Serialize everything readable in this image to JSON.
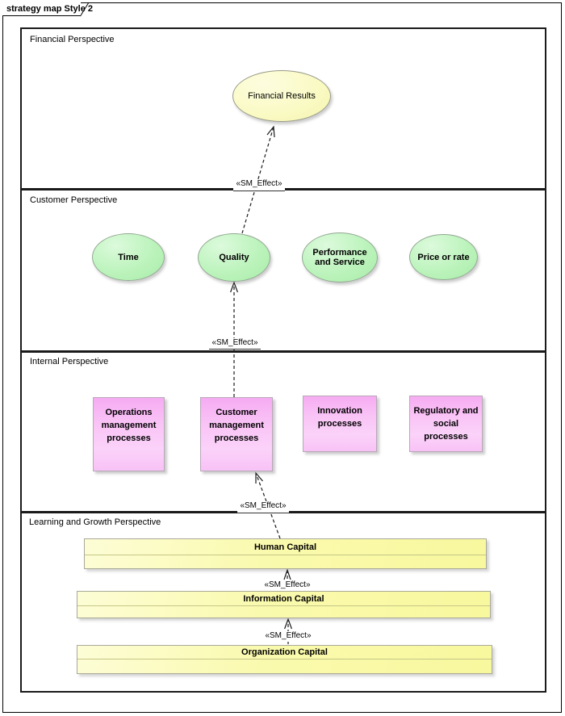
{
  "diagram": {
    "tab_title": "strategy map Style 2",
    "perspectives": [
      {
        "label": "Financial Perspective",
        "nodes": [
          {
            "shape": "ellipse",
            "label": "Financial Results",
            "fill": "#FAFAC6"
          }
        ]
      },
      {
        "label": "Customer Perspective",
        "nodes": [
          {
            "shape": "ellipse",
            "label": "Time",
            "fill": "#BCF3BC"
          },
          {
            "shape": "ellipse",
            "label": "Quality",
            "fill": "#BCF3BC"
          },
          {
            "shape": "ellipse",
            "label": "Performance and Service",
            "fill": "#BCF3BC"
          },
          {
            "shape": "ellipse",
            "label": "Price or rate",
            "fill": "#BCF3BC"
          }
        ]
      },
      {
        "label": "Internal Perspective",
        "nodes": [
          {
            "shape": "rect",
            "label": "Operations management processes",
            "fill": "#F8C2F6"
          },
          {
            "shape": "rect",
            "label": "Customer management processes",
            "fill": "#F8C2F6"
          },
          {
            "shape": "rect",
            "label": "Innovation processes",
            "fill": "#F8C2F6"
          },
          {
            "shape": "rect",
            "label": "Regulatory and social processes",
            "fill": "#F8C2F6"
          }
        ]
      },
      {
        "label": "Learning and Growth Perspective",
        "nodes": [
          {
            "shape": "bar",
            "label": "Human Capital",
            "fill": "#FAFAAE"
          },
          {
            "shape": "bar",
            "label": "Information Capital",
            "fill": "#FAFAAE"
          },
          {
            "shape": "bar",
            "label": "Organization Capital",
            "fill": "#FAFAAE"
          }
        ]
      }
    ],
    "connectors": [
      {
        "from": "Quality",
        "to": "Financial Results",
        "label": "«SM_Effect»",
        "style": "dashed-open-arrow"
      },
      {
        "from": "Customer management processes",
        "to": "Quality",
        "label": "«SM_Effect»",
        "style": "dashed-open-arrow"
      },
      {
        "from": "Human Capital",
        "to": "Customer management processes",
        "label": "«SM_Effect»",
        "style": "dashed-open-arrow"
      },
      {
        "from": "Information Capital",
        "to": "Human Capital",
        "label": "«SM_Effect»",
        "style": "dashed-open-arrow"
      },
      {
        "from": "Organization Capital",
        "to": "Information Capital",
        "label": "«SM_Effect»",
        "style": "dashed-open-arrow"
      }
    ],
    "colors": {
      "frame_line": "#1A1A1A",
      "financial_node_fill": "#FAFAC6",
      "customer_node_fill": "#BCF3BC",
      "internal_node_fill": "#F6ABF2",
      "learning_node_fill": "#FAFAAE",
      "background": "#FFFFFF"
    }
  }
}
